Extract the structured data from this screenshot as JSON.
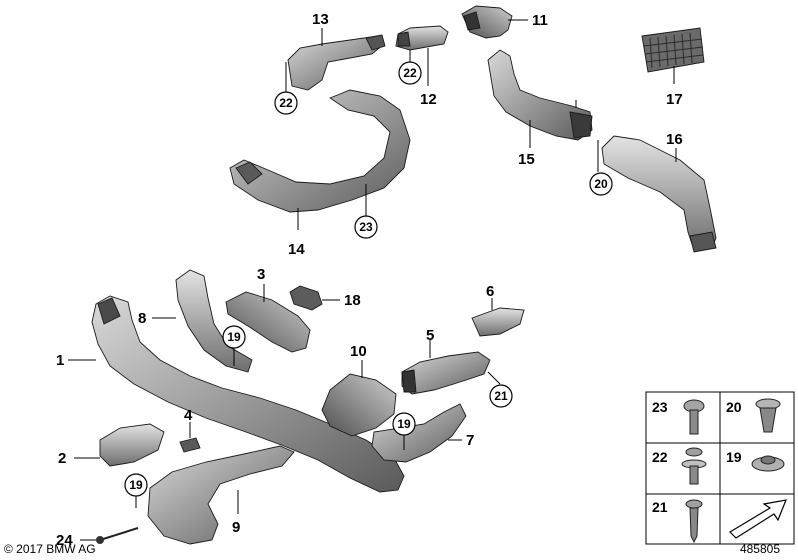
{
  "callouts": {
    "p1": "1",
    "p2": "2",
    "p3": "3",
    "p4": "4",
    "p5": "5",
    "p6": "6",
    "p7": "7",
    "p8": "8",
    "p9": "9",
    "p10": "10",
    "p11": "11",
    "p12": "12",
    "p13": "13",
    "p14": "14",
    "p15": "15",
    "p16": "16",
    "p17": "17",
    "p18": "18",
    "p24": "24"
  },
  "circled": {
    "c22a": "22",
    "c22b": "22",
    "c23": "23",
    "c20": "20",
    "c19a": "19",
    "c19b": "19",
    "c19c": "19",
    "c21": "21"
  },
  "legend": {
    "n23": "23",
    "n20": "20",
    "n22": "22",
    "n19": "19",
    "n21": "21"
  },
  "footer": {
    "copyright": "© 2017 BMW AG",
    "diagram_id": "485805"
  }
}
